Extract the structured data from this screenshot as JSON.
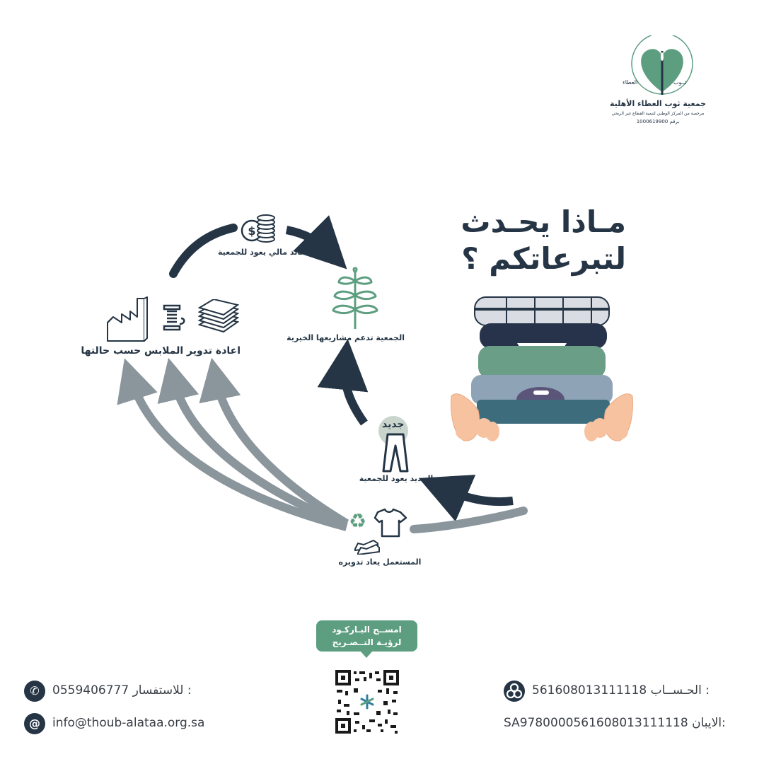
{
  "logo": {
    "name": "جمعية ثوب العطاء الأهلية",
    "subtitle": "مرخصة من المركز الوطني لتنمية القطاع غير الربحي",
    "registration": "برقم 1000619900",
    "emblem_left_text": "العطاء",
    "emblem_right_text": "ثــوب"
  },
  "headline": {
    "line1": "مـاذا يحـدث",
    "line2": "لتبرعاتكم ؟"
  },
  "cycle": {
    "financial_return": "عائد مالي يعود للجمعية",
    "charity_support": "الجمعية تدعم مشاريعها الخيرية",
    "recycling": "اعادة تدوير الملابس حسب حالتها",
    "new_badge": "جديد",
    "new_returns": "الجديد يعود للجمعية",
    "used_recycled": "المستعمل يعاد تدويره"
  },
  "qr": {
    "line1": "امســح البـاركـود",
    "line2": "لرؤيـة التــصـريح"
  },
  "contact": {
    "phone_label": "للاستفسار :",
    "phone": "0559406777",
    "email": "info@thoub-alataa.org.sa"
  },
  "bank": {
    "account_label": "الحـســاب :",
    "account": "561608013111118",
    "iban_label": "الايبان:",
    "iban": "SA9780000561608013111118"
  },
  "colors": {
    "navy": "#253545",
    "green": "#5d9e80",
    "gray_arrow": "#8a959c"
  }
}
